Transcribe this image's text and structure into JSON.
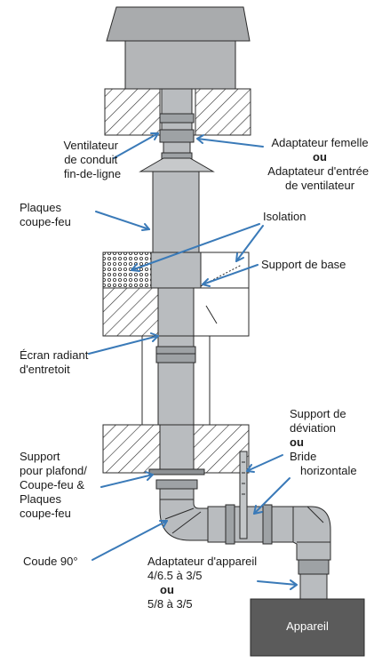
{
  "colors": {
    "arrow": "#3a7ab8",
    "appliance": "#5b5b5b",
    "pipe": "#b9bcbf",
    "fan_housing": "#a9abad"
  },
  "labels": {
    "fan": [
      "Ventilateur",
      "de conduit",
      "fin-de-ligne"
    ],
    "female_adapter": "Adaptateur femelle",
    "or_1": "ou",
    "fan_inlet_adapter": [
      "Adaptateur d'entrée",
      "de ventilateur"
    ],
    "firestop_plates": [
      "Plaques",
      "coupe-feu"
    ],
    "insulation": "Isolation",
    "base_support": "Support de base",
    "attic_shield": [
      "Écran radiant",
      "d'entretoit"
    ],
    "offset_support": [
      "Support de",
      "déviation"
    ],
    "or_2": "ou",
    "horizontal_strap": [
      "Bride",
      "horizontale"
    ],
    "ceiling_support": [
      "Support",
      "pour plafond/",
      "Coupe-feu &",
      "Plaques",
      "coupe-feu"
    ],
    "elbow": "Coude 90°",
    "appliance_adapter": [
      "Adaptateur d'appareil",
      "4/6.5 à 3/5"
    ],
    "or_3": "ou",
    "appliance_adapter_alt": "5/8 à 3/5",
    "appliance": "Appareil"
  }
}
